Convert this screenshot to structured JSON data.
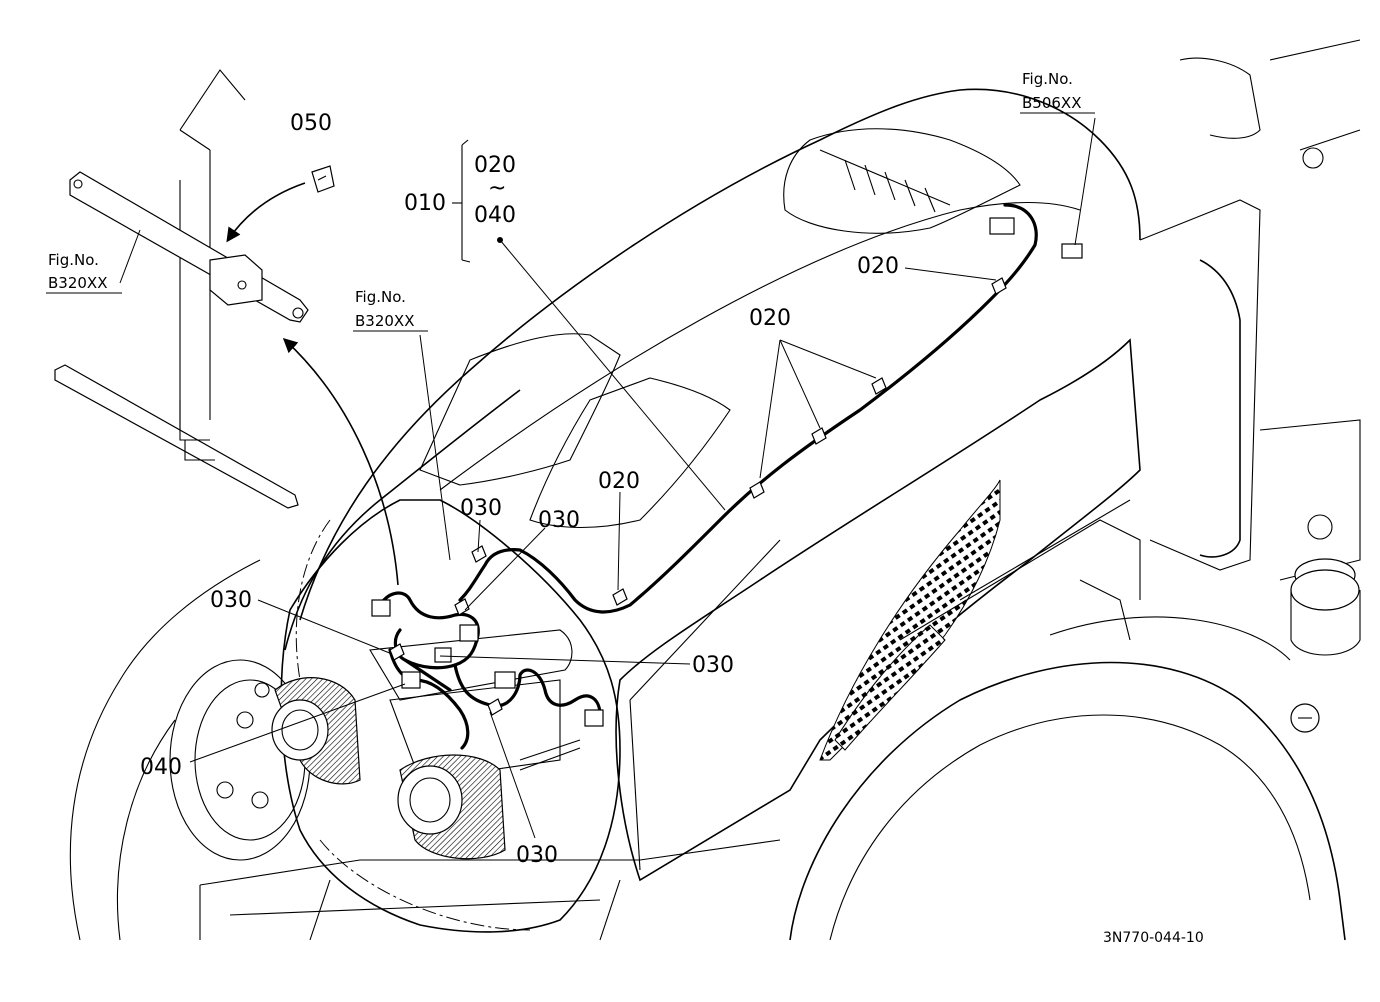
{
  "labels": {
    "p010": "010",
    "p020_range_start": "020",
    "p020_range_tilde": "~",
    "p040_range_end": "040",
    "p050": "050",
    "p020_a": "020",
    "p020_b": "020",
    "p020_c": "020",
    "p030_a": "030",
    "p030_b": "030",
    "p030_c": "030",
    "p030_d": "030",
    "p030_e": "030",
    "p040": "040"
  },
  "figure_refs": {
    "left_top": {
      "line1": "Fig.No.",
      "line2": "B320XX"
    },
    "center": {
      "line1": "Fig.No.",
      "line2": "B320XX"
    },
    "right_top": {
      "line1": "Fig.No.",
      "line2": "B506XX"
    }
  },
  "drawing_code": "3N770-044-10"
}
